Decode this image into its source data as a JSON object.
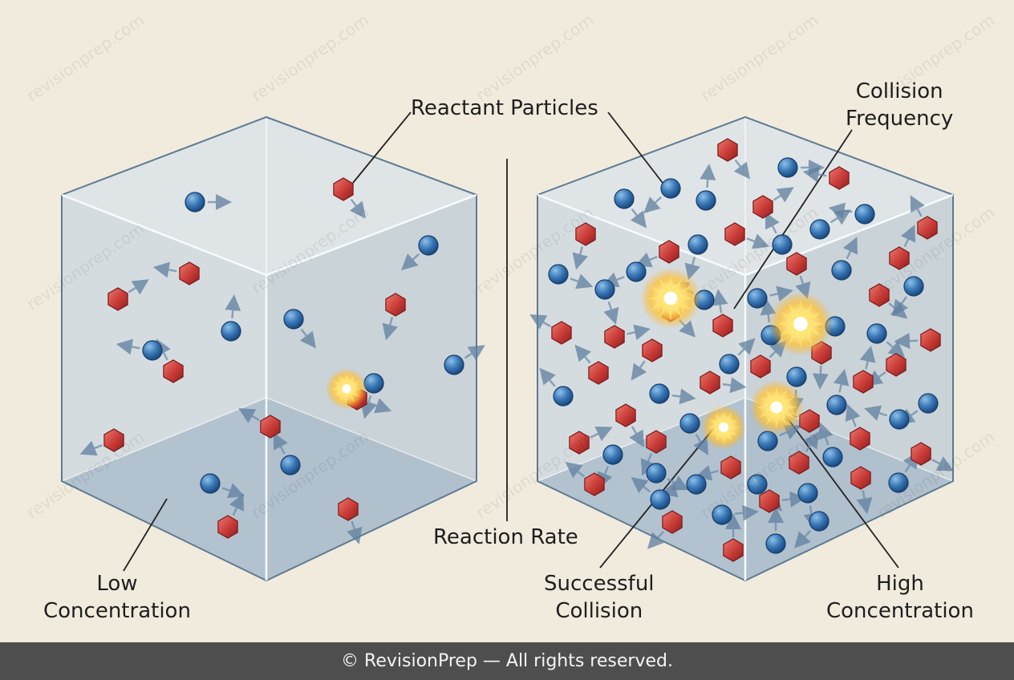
{
  "labels": {
    "reactant_particles": "Reactant Particles",
    "collision_frequency_line1": "Collision",
    "collision_frequency_line2": "Frequency",
    "reaction_rate": "Reaction Rate",
    "low_concentration_line1": "Low",
    "low_concentration_line2": "Concentration",
    "successful_collision_line1": "Successful",
    "successful_collision_line2": "Collision",
    "high_concentration_line1": "High",
    "high_concentration_line2": "Concentration"
  },
  "footer": {
    "text": "© RevisionPrep — All rights reserved."
  },
  "watermark": {
    "text": "revisionprep.com"
  },
  "colors": {
    "background": "#f1ebdd",
    "blue_particle": "#2f6fb0",
    "red_particle": "#c83a36",
    "collision_flash": "#ffd24a"
  }
}
